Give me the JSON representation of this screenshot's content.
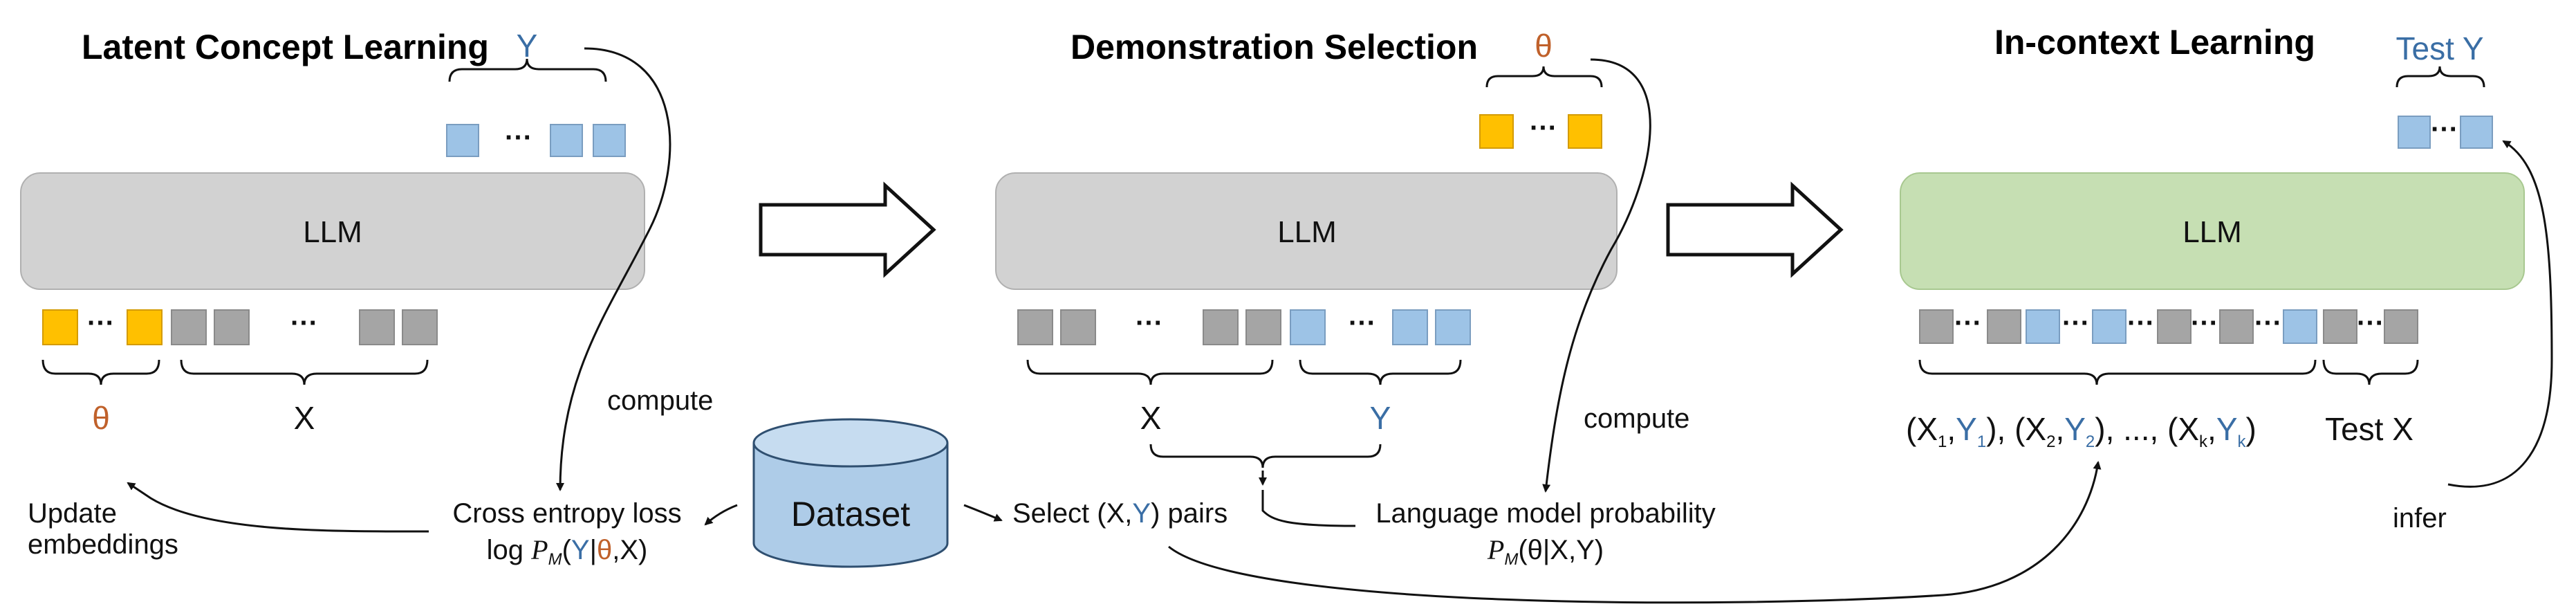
{
  "panel1": {
    "title": "Latent Concept Learning",
    "llm": "LLM",
    "top_label": "Y",
    "theta": "θ",
    "x": "X",
    "compute": "compute",
    "update_line1": "Update",
    "update_line2": "embeddings",
    "ce_line1": "Cross entropy loss",
    "ce_log": "log ",
    "ce_p": "P",
    "ce_m": "M",
    "ce_open": "(",
    "ce_y": "Y",
    "ce_bar": "|",
    "ce_theta": "θ",
    "ce_comma": ",X)"
  },
  "panel2": {
    "title": "Demonstration Selection",
    "llm": "LLM",
    "top_label": "θ",
    "x": "X",
    "y": "Y",
    "compute": "compute",
    "select_a": "Select (",
    "select_x": "X",
    "select_comma": ",",
    "select_y": "Y",
    "select_b": ") pairs",
    "lm_line1": "Language model probability",
    "lm_p": "P",
    "lm_m": "M",
    "lm_rest": "(θ|X,Y)"
  },
  "panel3": {
    "title": "In-context Learning",
    "llm": "LLM",
    "top_label": "Test Y",
    "test_x": "Test X",
    "infer": "infer",
    "seq": {
      "p1": "(X",
      "s1": "1",
      "c1": ",",
      "y1": "Y",
      "ys1": "1",
      "p2": "), (X",
      "s2": "2",
      "c2": ",",
      "y2": "Y",
      "ys2": "2",
      "p3": "), ..., (X",
      "s3": "k",
      "c3": ",",
      "y3": "Y",
      "ys3": "k",
      "end": ")"
    }
  },
  "dataset": "Dataset",
  "ellipsis": "···",
  "colors": {
    "llm_gray": "#d2d2d2",
    "llm_green": "#c6dfb3",
    "token_gray": "#a5a5a5",
    "token_blue": "#9dc3e6",
    "token_orange": "#ffc000",
    "dataset_fill": "#aecce8",
    "blue_text": "#3a6ea5",
    "orange_text": "#c0612b"
  }
}
